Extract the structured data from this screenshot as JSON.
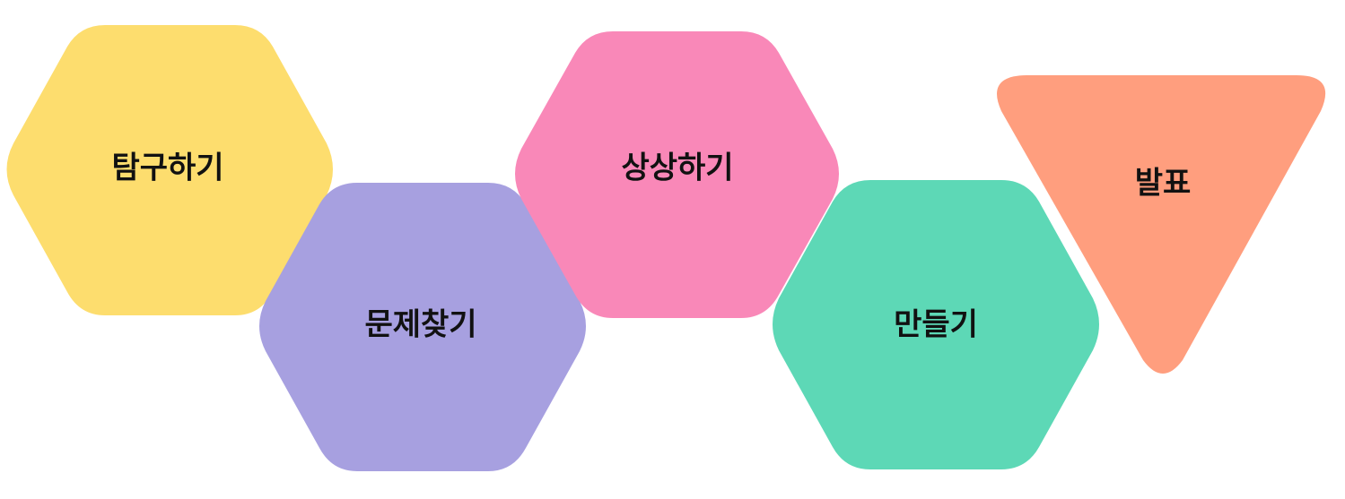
{
  "diagram": {
    "steps": [
      {
        "label": "탐구하기",
        "color": "#FDDD6E",
        "shape": "hexagon"
      },
      {
        "label": "문제찾기",
        "color": "#A7A0E0",
        "shape": "hexagon"
      },
      {
        "label": "상상하기",
        "color": "#F988B8",
        "shape": "hexagon"
      },
      {
        "label": "만들기",
        "color": "#5DD8B6",
        "shape": "hexagon"
      },
      {
        "label": "발표",
        "color": "#FF9E7E",
        "shape": "inverted-triangle"
      }
    ]
  }
}
